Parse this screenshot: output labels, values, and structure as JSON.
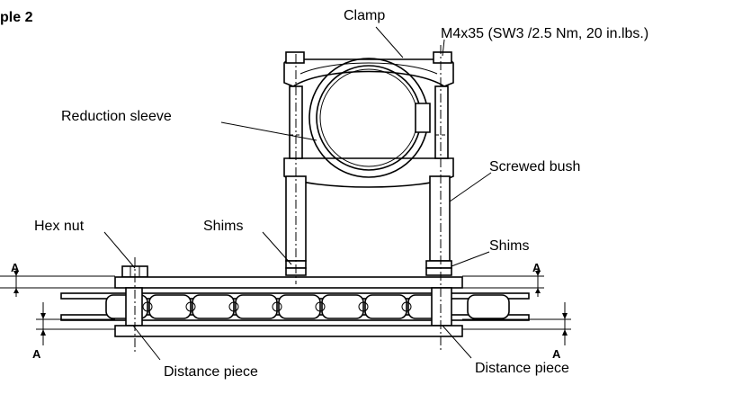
{
  "figure": {
    "title": "ple 2"
  },
  "labels": {
    "clamp": "Clamp",
    "screw": "M4x35 (SW3 /2.5 Nm, 20 in.lbs.)",
    "reduction_sleeve": "Reduction sleeve",
    "screwed_bush": "Screwed bush",
    "hex_nut": "Hex nut",
    "shims_left": "Shims",
    "shims_right": "Shims",
    "distance_piece_left": "Distance piece",
    "distance_piece_right": "Distance piece"
  },
  "section_marks": [
    "A",
    "A",
    "A",
    "A"
  ]
}
